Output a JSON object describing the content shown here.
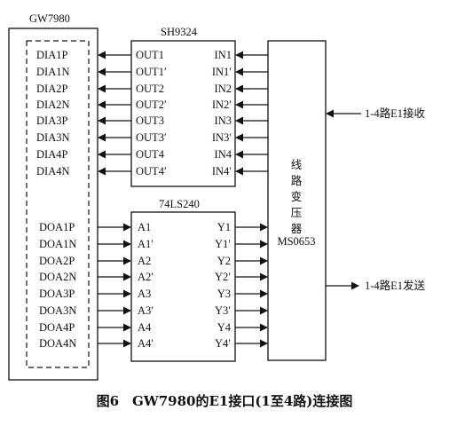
{
  "gw7980": {
    "title": "GW7980",
    "dia_pins": [
      "DIA1P",
      "DIA1N",
      "DIA2P",
      "DIA2N",
      "DIA3P",
      "DIA3N",
      "DIA4P",
      "DIA4N"
    ],
    "doa_pins": [
      "DOA1P",
      "DOA1N",
      "DOA2P",
      "DOA2N",
      "DOA3P",
      "DOA3N",
      "DOA4P",
      "DOA4N"
    ]
  },
  "sh9324": {
    "title": "SH9324",
    "out_pins": [
      "OUT1",
      "OUT1′",
      "OUT2",
      "OUT2′",
      "OUT3",
      "OUT3′",
      "OUT4",
      "OUT4′"
    ],
    "in_pins": [
      "IN1",
      "IN1′",
      "IN2",
      "IN2′",
      "IN3",
      "IN3′",
      "IN4",
      "IN4′"
    ]
  },
  "ls240": {
    "title": "74LS240",
    "a_pins": [
      "A1",
      "A1′",
      "A2",
      "A2′",
      "A3",
      "A3′",
      "A4",
      "A4′"
    ],
    "y_pins": [
      "Y1",
      "Y1′",
      "Y2",
      "Y2′",
      "Y3",
      "Y3′",
      "Y4",
      "Y4′"
    ]
  },
  "transformer": {
    "chars": [
      "线",
      "路",
      "变",
      "压",
      "器"
    ],
    "model": "MS0653"
  },
  "external": {
    "receive_label": "1-4路E1接收",
    "send_label": "1-4路E1发送"
  },
  "caption": "图6　GW7980的E1接口(1至4路)连接图",
  "colors": {
    "ink": "#111111",
    "background": "#ffffff"
  }
}
